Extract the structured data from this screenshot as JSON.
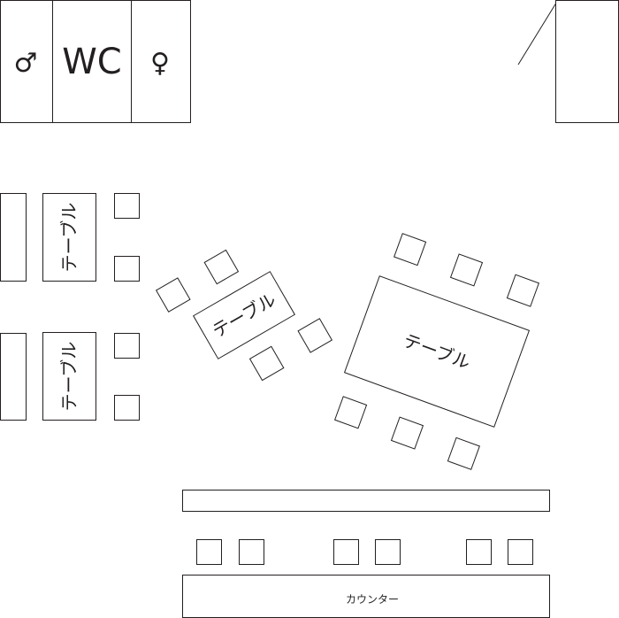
{
  "restroom": {
    "wc_label": "WC",
    "male_symbol": "♂",
    "female_symbol": "♀"
  },
  "tables": {
    "left_top_label": "テーブル",
    "left_bottom_label": "テーブル",
    "center_label": "テーブル",
    "right_label": "テーブル"
  },
  "counter": {
    "label": "カウンター"
  },
  "colors": {
    "stroke": "#231f20",
    "background": "#ffffff"
  }
}
